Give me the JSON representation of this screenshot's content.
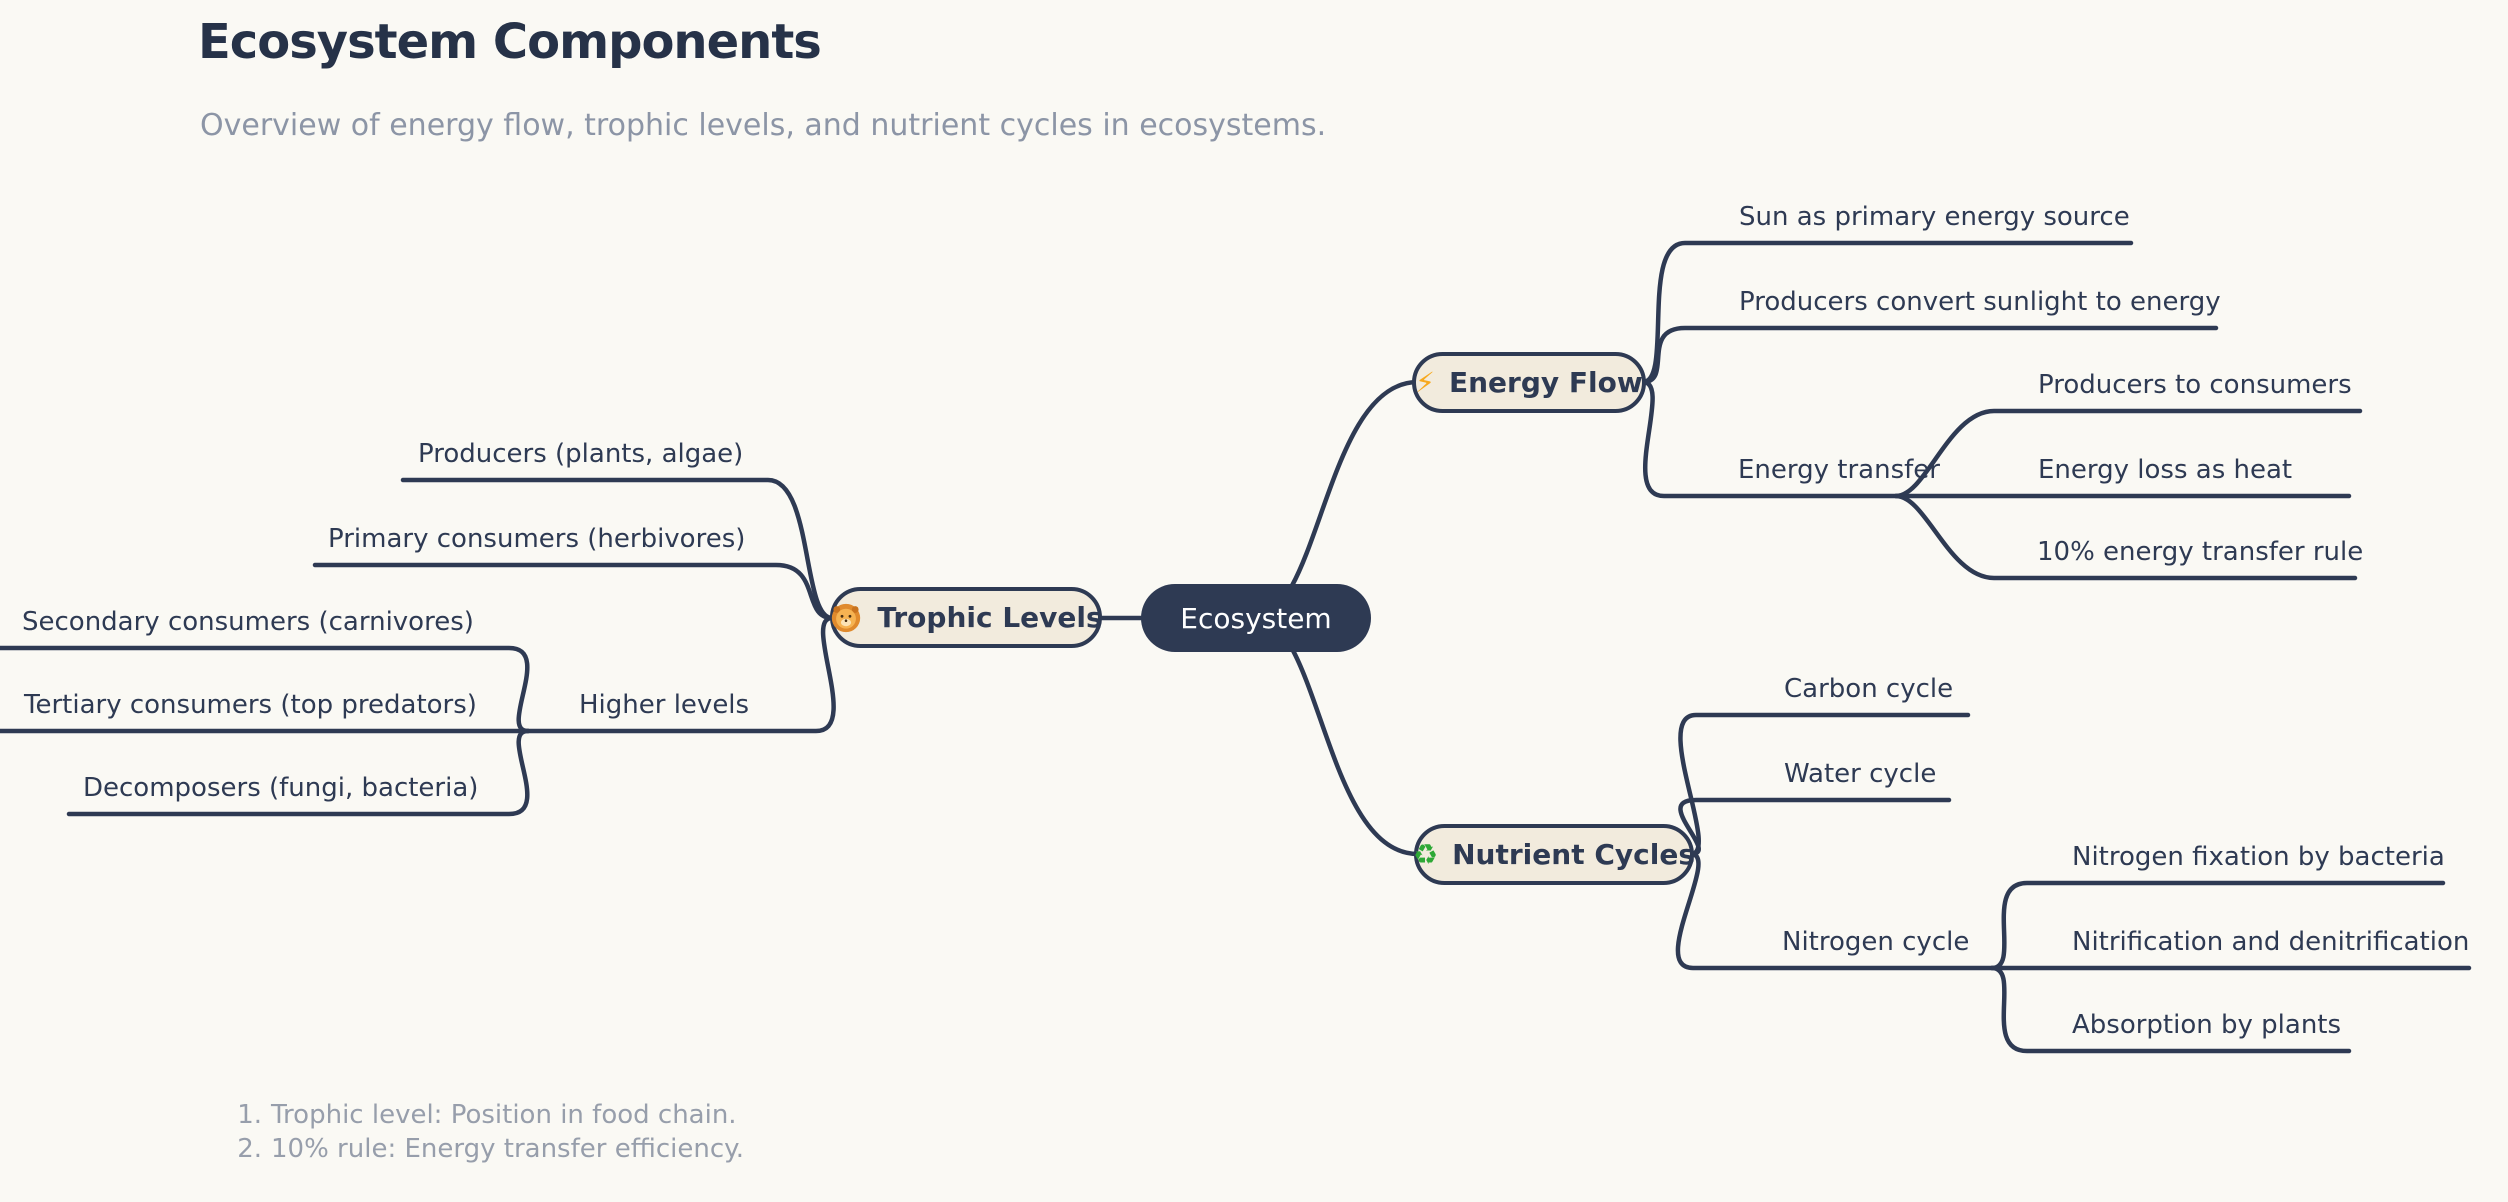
{
  "header": {
    "title": "Ecosystem Components",
    "subtitle": "Overview of energy flow, trophic levels, and nutrient cycles in ecosystems."
  },
  "mindmap": {
    "root": {
      "label": "Ecosystem"
    },
    "branches": [
      {
        "label": "Energy Flow",
        "icon": "lightning-bolt-icon",
        "glyph": "⚡",
        "children": [
          {
            "label": "Sun as primary energy source"
          },
          {
            "label": "Producers convert sunlight to energy"
          },
          {
            "label": "Energy transfer",
            "children": [
              {
                "label": "Producers to consumers"
              },
              {
                "label": "Energy loss as heat"
              },
              {
                "label": "10% energy transfer rule"
              }
            ]
          }
        ]
      },
      {
        "label": "Trophic Levels",
        "icon": "lion-icon",
        "glyph": "",
        "children": [
          {
            "label": "Producers (plants, algae)"
          },
          {
            "label": "Primary consumers (herbivores)"
          },
          {
            "label": "Higher levels",
            "children": [
              {
                "label": "Secondary consumers (carnivores)"
              },
              {
                "label": "Tertiary consumers (top predators)"
              },
              {
                "label": "Decomposers (fungi, bacteria)"
              }
            ]
          }
        ]
      },
      {
        "label": "Nutrient Cycles",
        "icon": "recycle-icon",
        "glyph": "♻",
        "children": [
          {
            "label": "Carbon cycle"
          },
          {
            "label": "Water cycle"
          },
          {
            "label": "Nitrogen cycle",
            "children": [
              {
                "label": "Nitrogen fixation by bacteria"
              },
              {
                "label": "Nitrification and denitrification"
              },
              {
                "label": "Absorption by plants"
              }
            ]
          }
        ]
      }
    ]
  },
  "footnotes": [
    {
      "number": "1.",
      "text": "Trophic level: Position in food chain."
    },
    {
      "number": "2.",
      "text": "10% rule: Energy transfer efficiency."
    }
  ],
  "colors": {
    "background": "#FAF9F4",
    "ink": "#2E3A53",
    "node_fill": "#F2EBDD",
    "root_fill": "#2E3A53",
    "root_text": "#FFFFFF",
    "subtitle": "#8C95A6",
    "footnote": "#979EAB",
    "bolt": "#F7A81C",
    "recycle": "#2EA836",
    "lion": "#E8923A"
  }
}
